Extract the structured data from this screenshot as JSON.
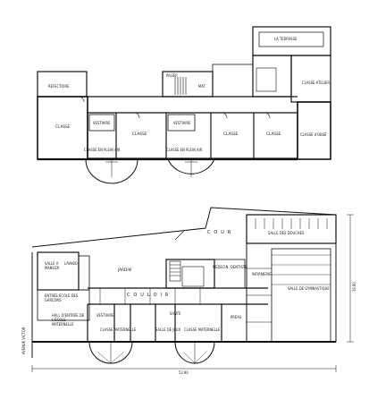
{
  "upper_plan": {
    "labels": {
      "refectoire": "RÉFECTOIRE",
      "classe_left": "CLASSE",
      "vestiaire_a": "VESTIAIRE",
      "classe_plein_air_a": "CLASSE EN PLEIN AIR",
      "classe_b": "CLASSE",
      "vestiaire_b": "VESTIAIRE",
      "classe_plein_air_b": "CLASSE EN PLEIN AIR",
      "classe_c": "CLASSE",
      "classe_d": "CLASSE",
      "classe_surbaissee": "CLASSE d'OBSÉ",
      "classe_atelier": "CLASSE-ATELIER",
      "la_terrasse": "LA TERRASSE",
      "palier": "PALIER",
      "mat": "MAT"
    }
  },
  "lower_plan": {
    "labels": {
      "cour": "C O U R",
      "salle_des_douches": "SALLE DES DOUCHES",
      "jardin": "JARDIN",
      "salle_a_manger": "SALLE A MANGER",
      "lavabo": "LAVABO",
      "entree_ecole_garcons": "ENTRÉE ÉCOLE DES GARÇONS",
      "couloir": "C O U L O I R",
      "hall_entree_ecole_maternelle": "HALL D'ENTRÉE DE L'ÉCOLE MATERNELLE",
      "vestiaire": "VESTIAIRE",
      "classe_maternelle_a": "CLASSE MATERNELLE",
      "salle_de_jeux": "SALLE DE JEUX",
      "classe_maternelle_b": "CLASSE MATERNELLE",
      "medecin": "MÉDECIN",
      "dentiste": "DENTISTE",
      "infirmerie": "INFIRMERIE",
      "salle_de_gymnastique": "SALLE DE GYMNASTIQUE",
      "preau": "PRÉAU",
      "sante": "SANTÉ",
      "street": "AVENUE VICTOR",
      "dim_bottom": "53.90",
      "dim_right": "19.80"
    }
  }
}
